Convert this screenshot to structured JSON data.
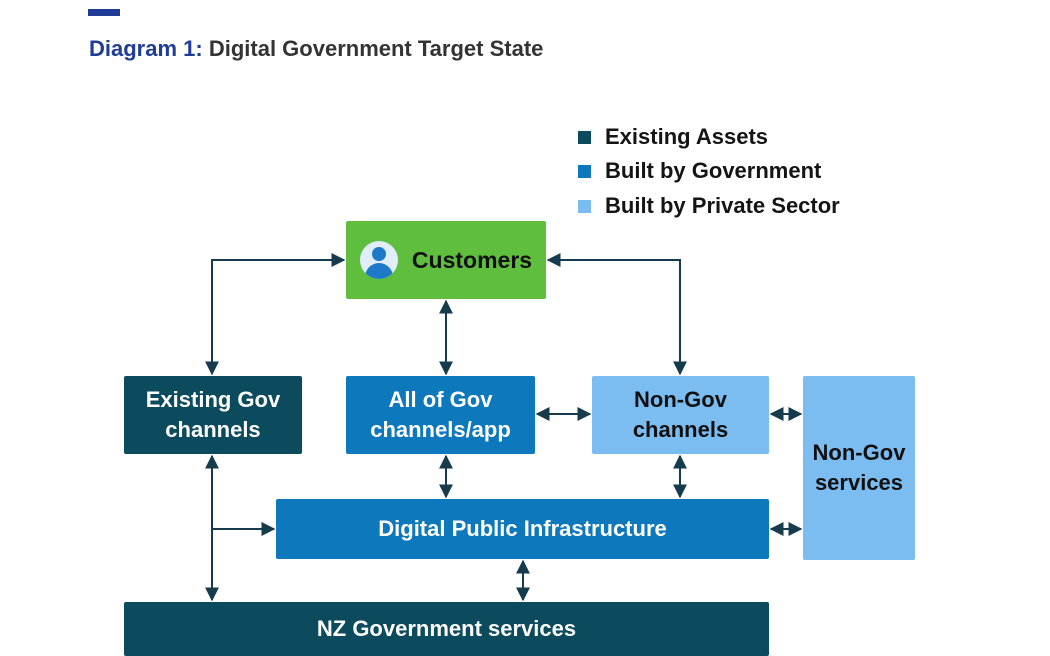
{
  "header": {
    "title_prefix": "Diagram 1:",
    "title_text": " Digital Government Target State"
  },
  "legend": [
    {
      "label": "Existing Assets",
      "color": "#0c4a5e"
    },
    {
      "label": "Built by Government",
      "color": "#0e78bd"
    },
    {
      "label": "Built by Private Sector",
      "color": "#7cbdf1"
    }
  ],
  "nodes": {
    "customers": {
      "label": "Customers",
      "icon": "person-icon"
    },
    "existing_gov_channels": {
      "label": "Existing Gov\nchannels"
    },
    "all_of_gov_channels": {
      "label": "All of Gov\nchannels/app"
    },
    "non_gov_channels": {
      "label": "Non-Gov\nchannels"
    },
    "non_gov_services": {
      "label": "Non-Gov\nservices"
    },
    "digital_public_infrastructure": {
      "label": "Digital Public Infrastructure"
    },
    "nz_government_services": {
      "label": "NZ Government services"
    }
  },
  "colors": {
    "accent": "#1f3c99",
    "existing": "#0c4a5e",
    "government": "#0e78bd",
    "private": "#7cbdf1",
    "customers": "#5fbe3e",
    "arrow": "#163b4d"
  }
}
